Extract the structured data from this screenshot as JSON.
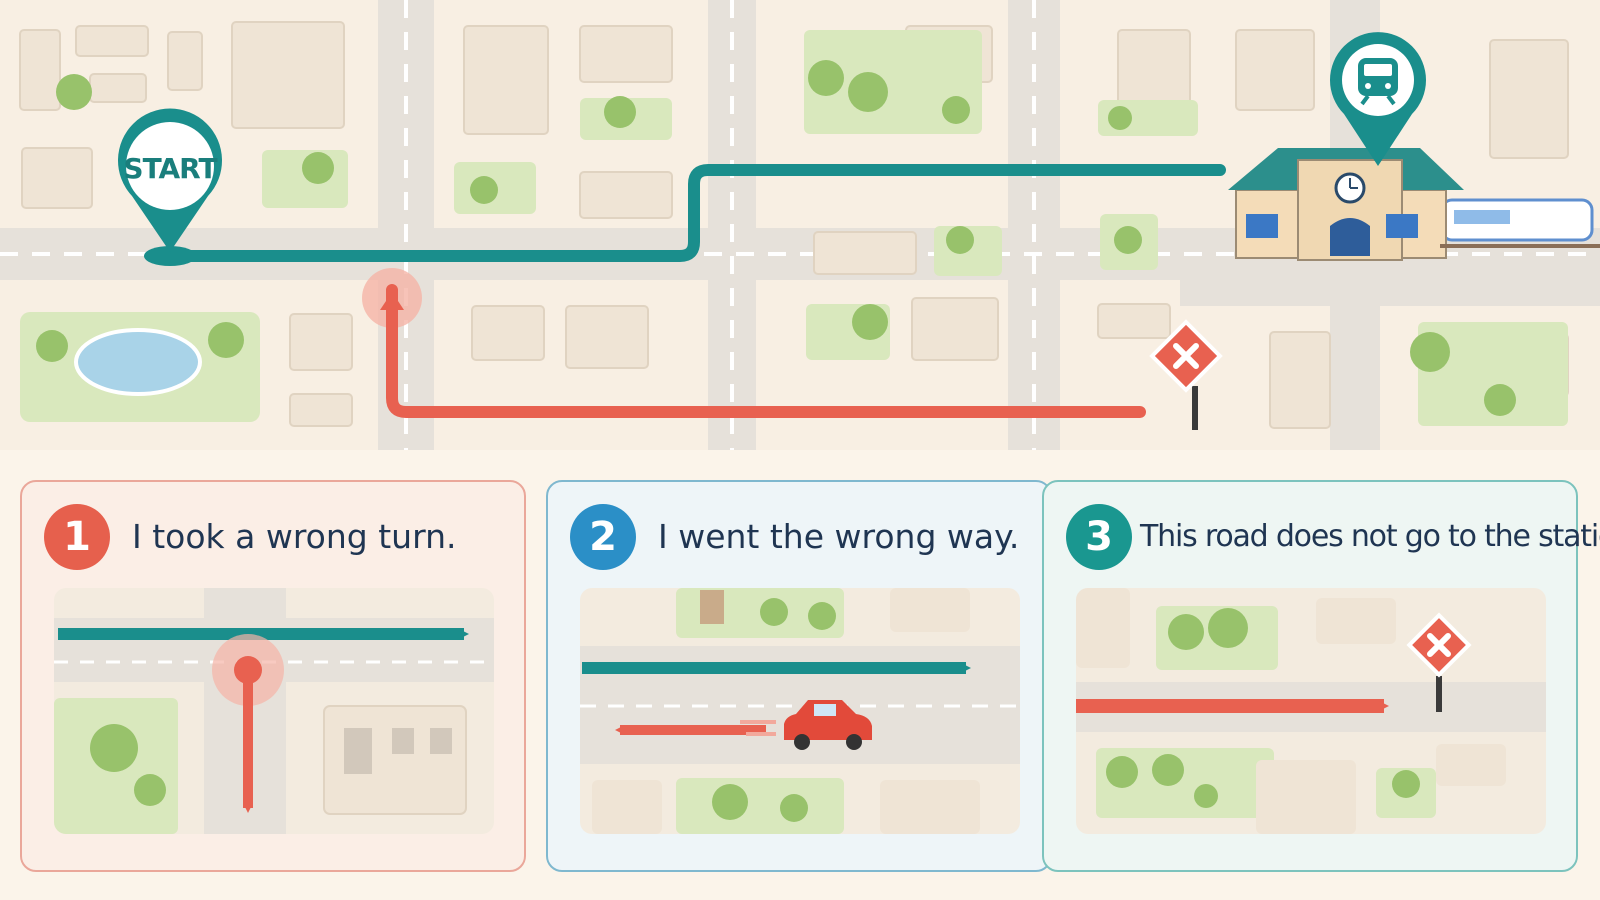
{
  "map": {
    "start_label": "START",
    "start_pin_icon": "start-location-pin-icon",
    "station_icon": "train-station-pin-icon",
    "no_entry_icon": "road-closed-sign-icon"
  },
  "colors": {
    "correct_route": "#1a8e8c",
    "wrong_route": "#e86150",
    "panel_1_accent": "#e6604d",
    "panel_2_accent": "#2b8fc7",
    "panel_3_accent": "#1a9790",
    "caption_text": "#1f3552"
  },
  "panels": [
    {
      "number": "1",
      "caption": "I took a wrong turn."
    },
    {
      "number": "2",
      "caption": "I went the wrong way."
    },
    {
      "number": "3",
      "caption": "This road does not go to the station."
    }
  ]
}
